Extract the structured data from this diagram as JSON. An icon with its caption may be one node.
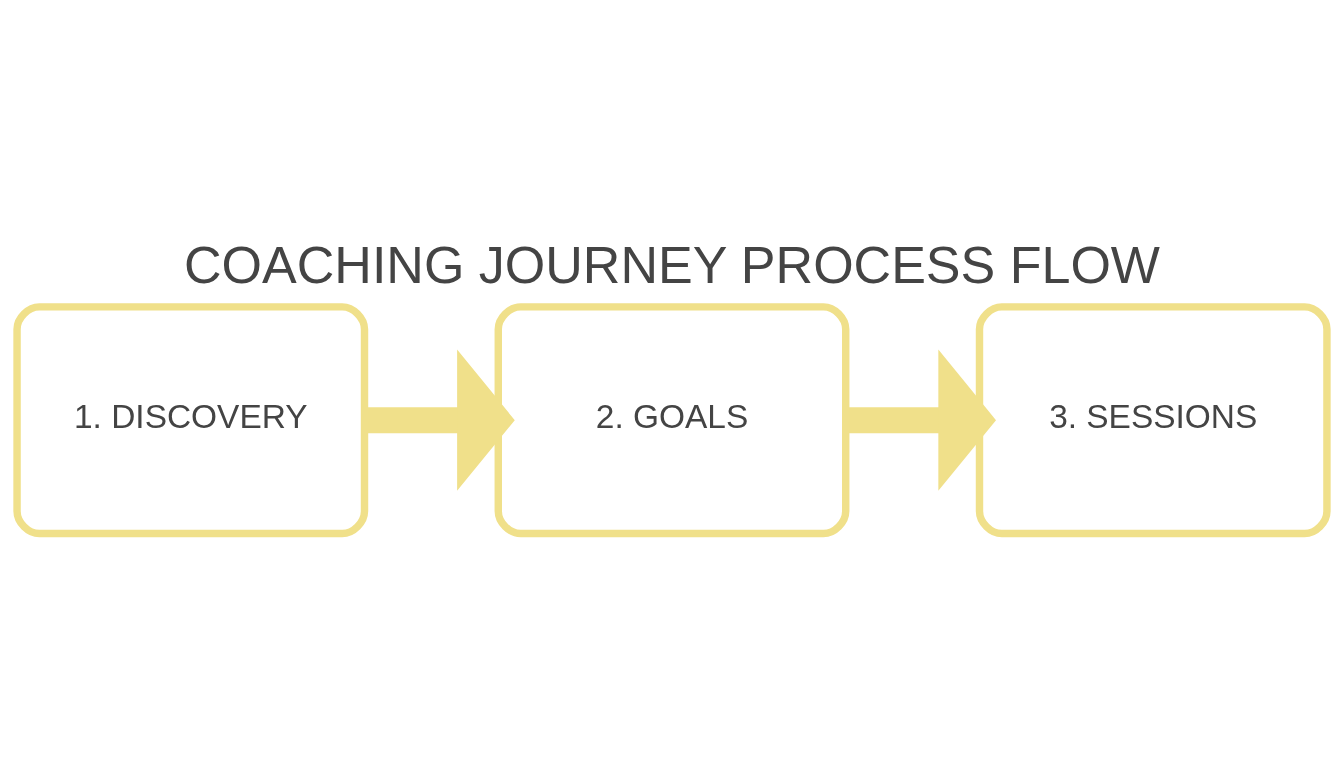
{
  "diagram": {
    "title": "COACHING JOURNEY PROCESS FLOW",
    "nodes": [
      {
        "text": [
          "1. DISCOVERY"
        ]
      },
      {
        "text": [
          "2. GOALS"
        ]
      },
      {
        "text": [
          "3. SESSIONS"
        ]
      }
    ],
    "edges": [
      {
        "from": 0,
        "to": 1,
        "arrow": "to"
      },
      {
        "from": 1,
        "to": 2,
        "arrow": "to"
      }
    ]
  }
}
